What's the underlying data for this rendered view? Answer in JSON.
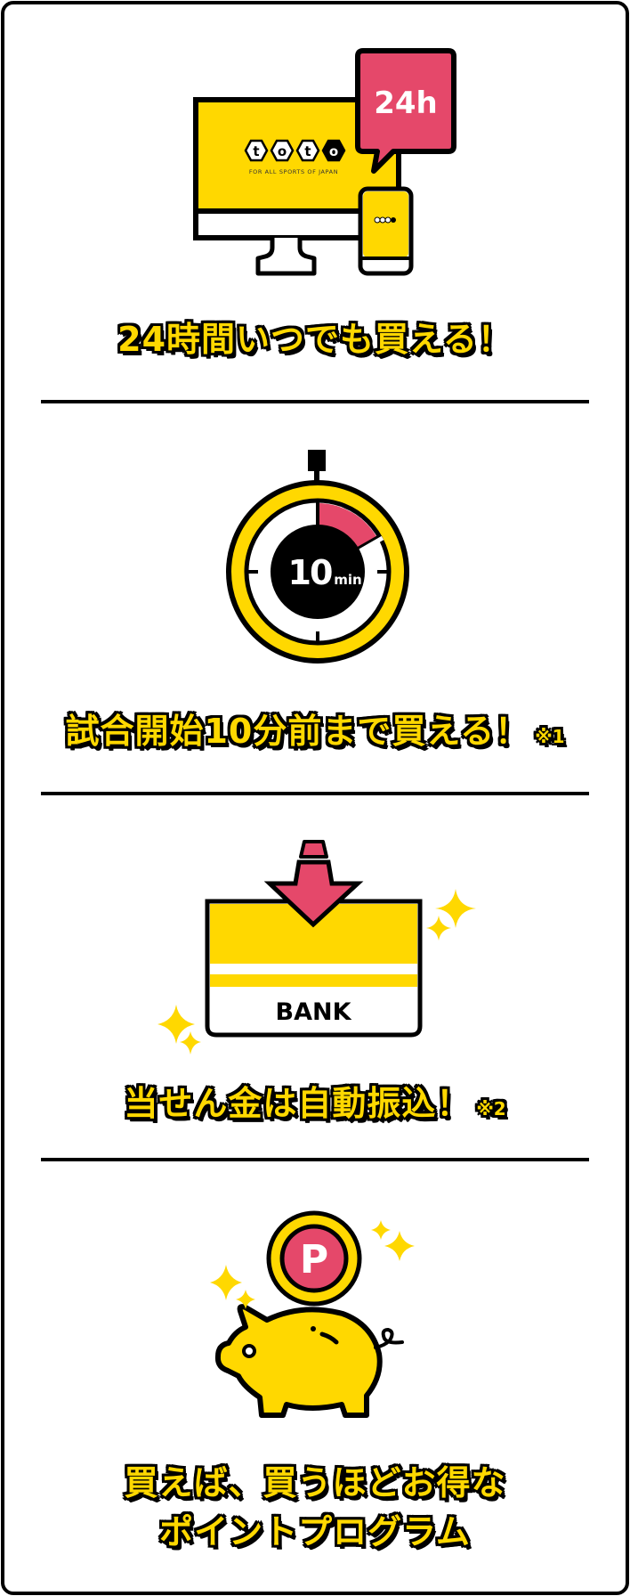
{
  "colors": {
    "yellow": "#FFD800",
    "red": "#E5486A",
    "black": "#000000",
    "white": "#FFFFFF"
  },
  "features": [
    {
      "id": "anytime",
      "title": "24時間いつでも買える！",
      "illustration": {
        "type": "monitor-and-phone",
        "bubble_text": "24h",
        "logo_text": "toto",
        "logo_letters": [
          "t",
          "o",
          "t",
          "o"
        ],
        "tagline": "FOR ALL SPORTS OF JAPAN"
      }
    },
    {
      "id": "until-kickoff",
      "title": "試合開始10分前まで買える！",
      "note": "※1",
      "illustration": {
        "type": "stopwatch",
        "value": "10",
        "unit": "min"
      }
    },
    {
      "id": "auto-transfer",
      "title": "当せん金は自動振込！",
      "note": "※2",
      "illustration": {
        "type": "bank-deposit",
        "label": "BANK"
      }
    },
    {
      "id": "points",
      "title_lines": [
        "買えば、買うほどお得な",
        "ポイントプログラム"
      ],
      "illustration": {
        "type": "piggy-bank-coin",
        "coin_letter": "P"
      }
    }
  ]
}
